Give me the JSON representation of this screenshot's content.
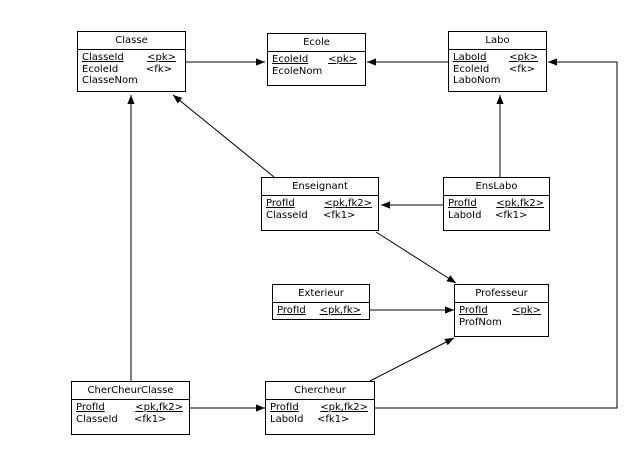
{
  "entities": {
    "classe": {
      "title": "Classe",
      "attributes": [
        {
          "name": "ClasseId",
          "key": "<pk>",
          "pk": true
        },
        {
          "name": "EcoleId",
          "key": "<fk>",
          "pk": false
        },
        {
          "name": "ClasseNom",
          "key": "",
          "pk": false
        }
      ]
    },
    "ecole": {
      "title": "Ecole",
      "attributes": [
        {
          "name": "EcoleId",
          "key": "<pk>",
          "pk": true
        },
        {
          "name": "EcoleNom",
          "key": "",
          "pk": false
        }
      ]
    },
    "labo": {
      "title": "Labo",
      "attributes": [
        {
          "name": "LaboId",
          "key": "<pk>",
          "pk": true
        },
        {
          "name": "EcoleId",
          "key": "<fk>",
          "pk": false
        },
        {
          "name": "LaboNom",
          "key": "",
          "pk": false
        }
      ]
    },
    "enseignant": {
      "title": "Enseignant",
      "attributes": [
        {
          "name": "ProfId",
          "key": "<pk,fk2>",
          "pk": true
        },
        {
          "name": "ClasseId",
          "key": "<fk1>",
          "pk": false
        }
      ]
    },
    "enslabo": {
      "title": "EnsLabo",
      "attributes": [
        {
          "name": "ProfId",
          "key": "<pk,fk2>",
          "pk": true
        },
        {
          "name": "LaboId",
          "key": "<fk1>",
          "pk": false
        }
      ]
    },
    "exterieur": {
      "title": "Exterieur",
      "attributes": [
        {
          "name": "ProfId",
          "key": "<pk,fk>",
          "pk": true
        }
      ]
    },
    "professeur": {
      "title": "Professeur",
      "attributes": [
        {
          "name": "ProfId",
          "key": "<pk>",
          "pk": true
        },
        {
          "name": "ProfNom",
          "key": "",
          "pk": false
        }
      ]
    },
    "chercheurclasse": {
      "title": "CherCheurClasse",
      "attributes": [
        {
          "name": "ProfId",
          "key": "<pk,fk2>",
          "pk": true
        },
        {
          "name": "ClasseId",
          "key": "<fk1>",
          "pk": false
        }
      ]
    },
    "chercheur": {
      "title": "Chercheur",
      "attributes": [
        {
          "name": "ProfId",
          "key": "<pk,fk2>",
          "pk": true
        },
        {
          "name": "LaboId",
          "key": "<fk1>",
          "pk": false
        }
      ]
    }
  },
  "links": [
    {
      "from": "classe",
      "to": "ecole"
    },
    {
      "from": "labo",
      "to": "ecole"
    },
    {
      "from": "enseignant",
      "to": "classe"
    },
    {
      "from": "enslabo",
      "to": "labo"
    },
    {
      "from": "enslabo",
      "to": "enseignant"
    },
    {
      "from": "enseignant",
      "to": "professeur"
    },
    {
      "from": "exterieur",
      "to": "professeur"
    },
    {
      "from": "chercheur",
      "to": "professeur"
    },
    {
      "from": "chercheurclasse",
      "to": "chercheur"
    },
    {
      "from": "chercheurclasse",
      "to": "classe"
    },
    {
      "from": "chercheur",
      "to": "labo"
    }
  ]
}
